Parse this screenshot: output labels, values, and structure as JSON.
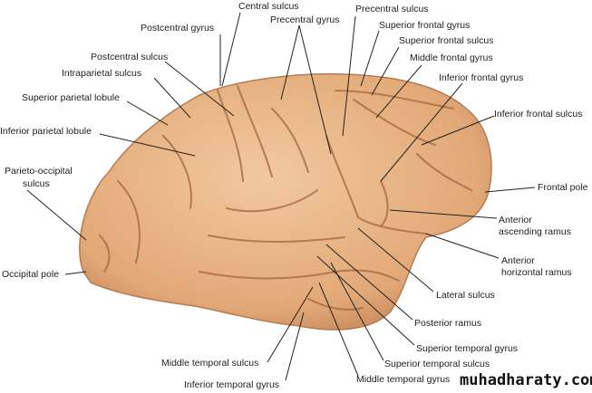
{
  "labels": {
    "central_sulcus": "Central sulcus",
    "postcentral_gyrus": "Postcentral gyrus",
    "precentral_gyrus": "Precentral gyrus",
    "precentral_sulcus": "Precentral sulcus",
    "superior_frontal_gyrus": "Superior frontal gyrus",
    "superior_frontal_sulcus": "Superior frontal sulcus",
    "middle_frontal_gyrus": "Middle frontal gyrus",
    "inferior_frontal_gyrus": "Inferior frontal gyrus",
    "inferior_frontal_sulcus": "Inferior frontal sulcus",
    "frontal_pole": "Frontal pole",
    "anterior_ascending_ramus_1": "Anterior",
    "anterior_ascending_ramus_2": "ascending ramus",
    "anterior_horizontal_ramus_1": "Anterior",
    "anterior_horizontal_ramus_2": "horizontal ramus",
    "lateral_sulcus": "Lateral sulcus",
    "posterior_ramus": "Posterior ramus",
    "superior_temporal_gyrus": "Superior temporal gyrus",
    "superior_temporal_sulcus": "Superior temporal sulcus",
    "middle_temporal_gyrus": "Middle temporal gyrus",
    "middle_temporal_sulcus": "Middle temporal sulcus",
    "inferior_temporal_gyrus": "Inferior temporal gyrus",
    "occipital_pole": "Occipital pole",
    "parieto_occipital_sulcus_1": "Parieto-occipital",
    "parieto_occipital_sulcus_2": "sulcus",
    "inferior_parietal_lobule": "Inferior parietal lobule",
    "superior_parietal_lobule": "Superior parietal lobule",
    "intraparietal_sulcus": "Intraparietal sulcus",
    "postcentral_sulcus": "Postcentral sulcus"
  },
  "watermark": "muhadharaty.com",
  "colors": {
    "brain": "#e9b88a",
    "sulcus": "#a86a42"
  }
}
